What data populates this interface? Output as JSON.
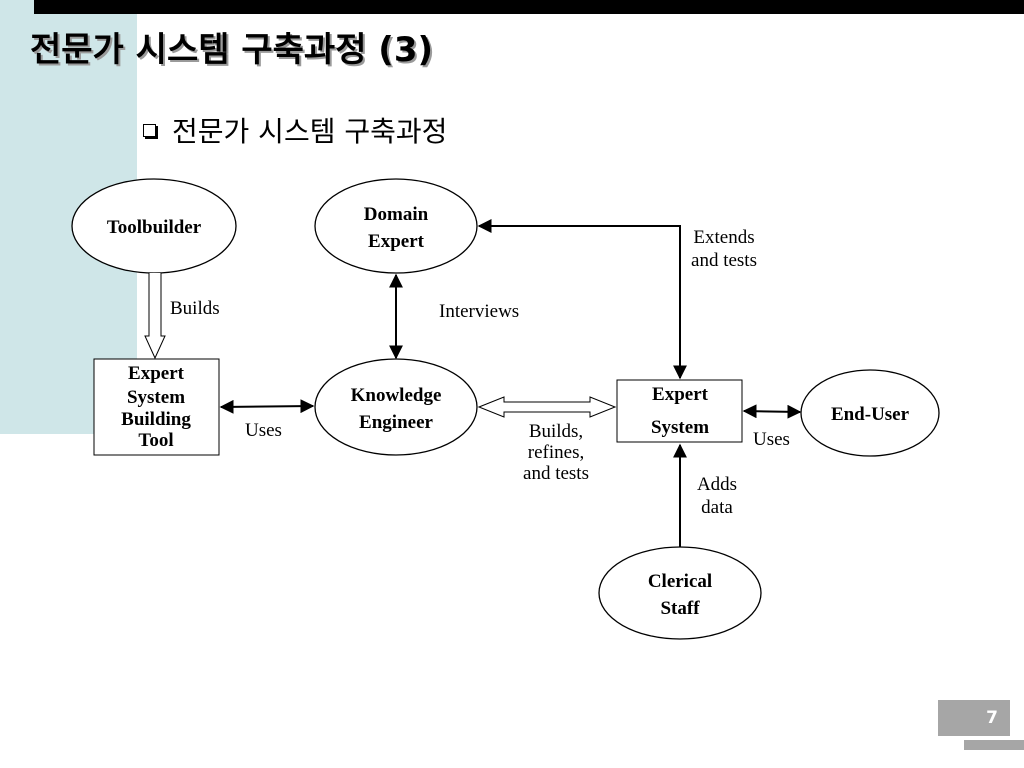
{
  "slide": {
    "title": "전문가 시스템 구축과정 (3)",
    "bullet": "전문가 시스템 구축과정",
    "page_number": "7"
  },
  "diagram": {
    "nodes": {
      "toolbuilder": "Toolbuilder",
      "domain_expert": [
        "Domain",
        "Expert"
      ],
      "building_tool": [
        "Expert",
        "System",
        "Building",
        "Tool"
      ],
      "knowledge_engineer": [
        "Knowledge",
        "Engineer"
      ],
      "expert_system": [
        "Expert",
        "System"
      ],
      "end_user": "End-User",
      "clerical_staff": [
        "Clerical",
        "Staff"
      ]
    },
    "edges": {
      "builds": "Builds",
      "uses_tool": "Uses",
      "interviews": "Interviews",
      "extends_tests": [
        "Extends",
        "and tests"
      ],
      "builds_refines_tests": [
        "Builds,",
        "refines,",
        "and tests"
      ],
      "uses_system": "Uses",
      "adds_data": [
        "Adds",
        "data"
      ]
    }
  }
}
